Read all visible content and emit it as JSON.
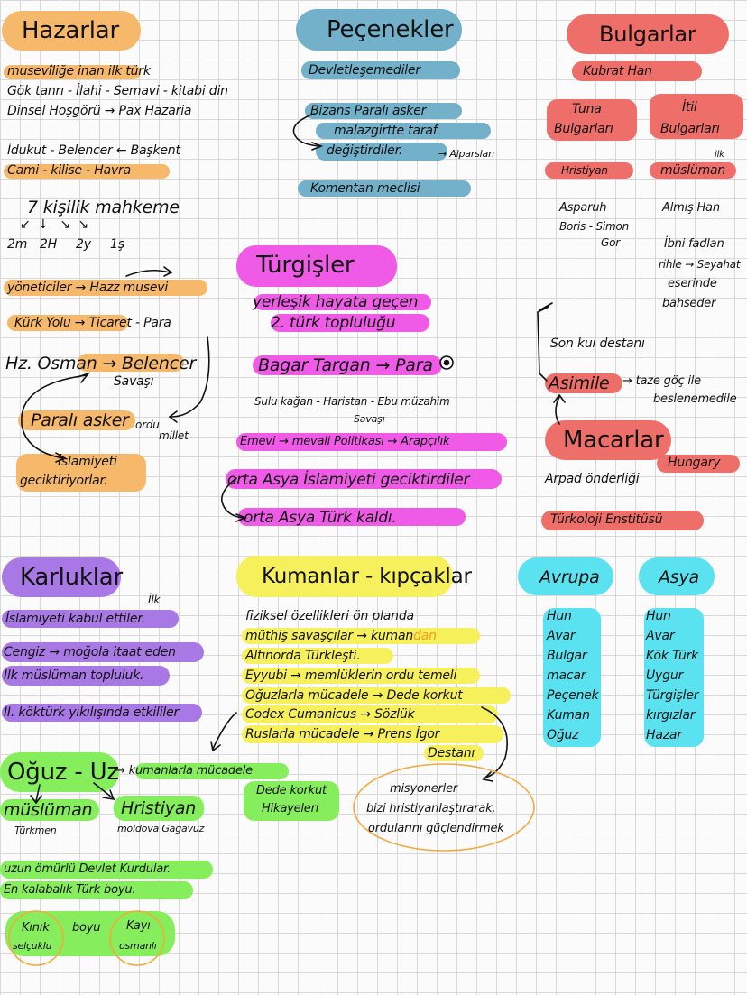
{
  "hazarlar": {
    "title": "Hazarlar",
    "lines": [
      "musevîliğe inan ilk türk",
      "Gök tanrı - İlahi - Semavi - kitabi din",
      "Dinsel Hoşgörü → Pax Hazaria",
      "İdukut - Belencer ← Başkent",
      "Cami - kilise - Havra"
    ],
    "court": "7 kişilik mahkeme",
    "court_members": [
      "2m",
      "2H",
      "2y",
      "1ş"
    ],
    "rulers": "yöneticiler → Hazz musevi",
    "trade": "Kürk Yolu → Ticaret - Para",
    "battle_line1": "Hz. Osman → Belencer",
    "battle_line2": "Savaşı",
    "paid_soldier": "Paralı asker",
    "army_line1": "ordu",
    "army_line2": "millet",
    "islam_delay_1": "İslamiyeti",
    "islam_delay_2": "geciktiriyorlar."
  },
  "pecenekler": {
    "title": "Peçenekler",
    "state": "Devletleşemediler",
    "byz_1": "Bizans Paralı asker",
    "byz_2": "malazgirtte taraf",
    "byz_3": "değiştirdiler.",
    "alparslan": "→ Alparslan",
    "council": "Komentan meclisi"
  },
  "bulgarlar": {
    "title": "Bulgarlar",
    "khan": "Kubrat Han",
    "tuna_1": "Tuna",
    "tuna_2": "Bulgarları",
    "itil_1": "İtil",
    "itil_2": "Bulgarları",
    "christian": "Hristiyan",
    "ilk": "ilk",
    "muslim": "müslüman",
    "names_1": "Asparuh",
    "names_2": "Boris - Simon",
    "names_3": "Gor",
    "almis": "Almış Han",
    "ibni_1": "İbni fadlan",
    "ibni_2": "rihle → Seyahat",
    "ibni_3": "eserinde",
    "ibni_4": "bahseder"
  },
  "turgisler": {
    "title": "Türgişler",
    "settled_1": "yerleşik hayata geçen",
    "settled_2": "2. türk topluluğu",
    "bagar": "Bagar Targan → Para",
    "sulu": "Sulu kağan - Haristan - Ebu müzahim",
    "sulu_2": "Savaşı",
    "emevi": "Emevi → mevali Politikası → Arapçılık",
    "orta_1": "orta Asya İslamiyeti geciktirdiler",
    "orta_2": "orta Asya Türk kaldı."
  },
  "macarlar": {
    "son": "Son kuı destanı",
    "asimile": "Asimile",
    "asimile_note_1": "→ taze göç ile",
    "asimile_note_2": "beslenemedile",
    "title": "Macarlar",
    "hungary": "Hungary",
    "arpad": "Arpad önderliği",
    "turkoloji": "Türkoloji Enstitüsü"
  },
  "karluklar": {
    "title": "Karluklar",
    "ilk": "İlk",
    "islam": "İslamiyeti kabul ettiler.",
    "cengiz_1": "Cengiz → moğola itaat eden",
    "cengiz_2": "İlk müslüman topluluk.",
    "kokturk": "II. köktürk yıkılışında etkililer"
  },
  "kumanlar": {
    "title": "Kumanlar - kıpçaklar",
    "l1": "fiziksel özellikleri ön planda",
    "l2a": "müthiş savaşçılar → kuman",
    "l2b": "dan",
    "l3": "Altınorda Türkleşti.",
    "l4": "Eyyubi → memlüklerin ordu temeli",
    "l5": "Oğuzlarla mücadele → Dede korkut",
    "l6": "Codex Cumanicus → Sözlük",
    "l7": "Ruslarla mücadele → Prens İgor",
    "l8": "Destanı",
    "miss_1": "misyonerler",
    "miss_2": "bizi hristiyanlaştırarak,",
    "miss_3": "ordularını güçlendirmek"
  },
  "avrupa": {
    "title": "Avrupa",
    "items": [
      "Hun",
      "Avar",
      "Bulgar",
      "macar",
      "Peçenek",
      "Kuman",
      "Oğuz"
    ]
  },
  "asya": {
    "title": "Asya",
    "items": [
      "Hun",
      "Avar",
      "Kök Türk",
      "Uygur",
      "Türgişler",
      "kırgızlar",
      "Hazar"
    ]
  },
  "oguz": {
    "title": "Oğuz - Uz",
    "fight": "→ kumanlarla mücadele",
    "muslim": "müslüman",
    "turkmen": "Türkmen",
    "christian": "Hristiyan",
    "gagavuz": "moldova Gagavuz",
    "dede_1": "Dede korkut",
    "dede_2": "Hikayeleri",
    "long": "uzun ömürlü Devlet Kurdular.",
    "crowd": "En kalabalık Türk boyu.",
    "kinik_1": "Kınık",
    "kinik_2": "selçuklu",
    "boyu": "boyu",
    "kayi_1": "Kayı",
    "kayi_2": "osmanlı"
  },
  "colors": {
    "grid": "#d9d9d9",
    "orange": "#f6b96c",
    "blue": "#72b1c9",
    "red": "#ee6f6a",
    "pink": "#ef5ae6",
    "purple": "#a878e5",
    "yellow": "#f6f05c",
    "cyan": "#5ae2f0",
    "green": "#86ee5c",
    "ink": "#111111"
  }
}
